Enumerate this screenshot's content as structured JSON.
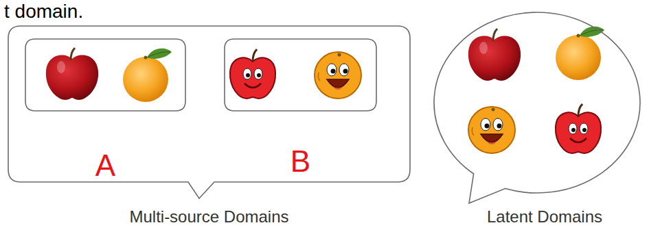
{
  "diagram": {
    "nodes": [
      {
        "text": [
          "Multi-source Domains"
        ]
      },
      {
        "text": [
          "A"
        ],
        "in": 0
      },
      {
        "text": [
          "B"
        ],
        "in": 0
      },
      {
        "text": [
          "Latent Domains"
        ]
      }
    ],
    "labels": [
      "t domain."
    ]
  }
}
